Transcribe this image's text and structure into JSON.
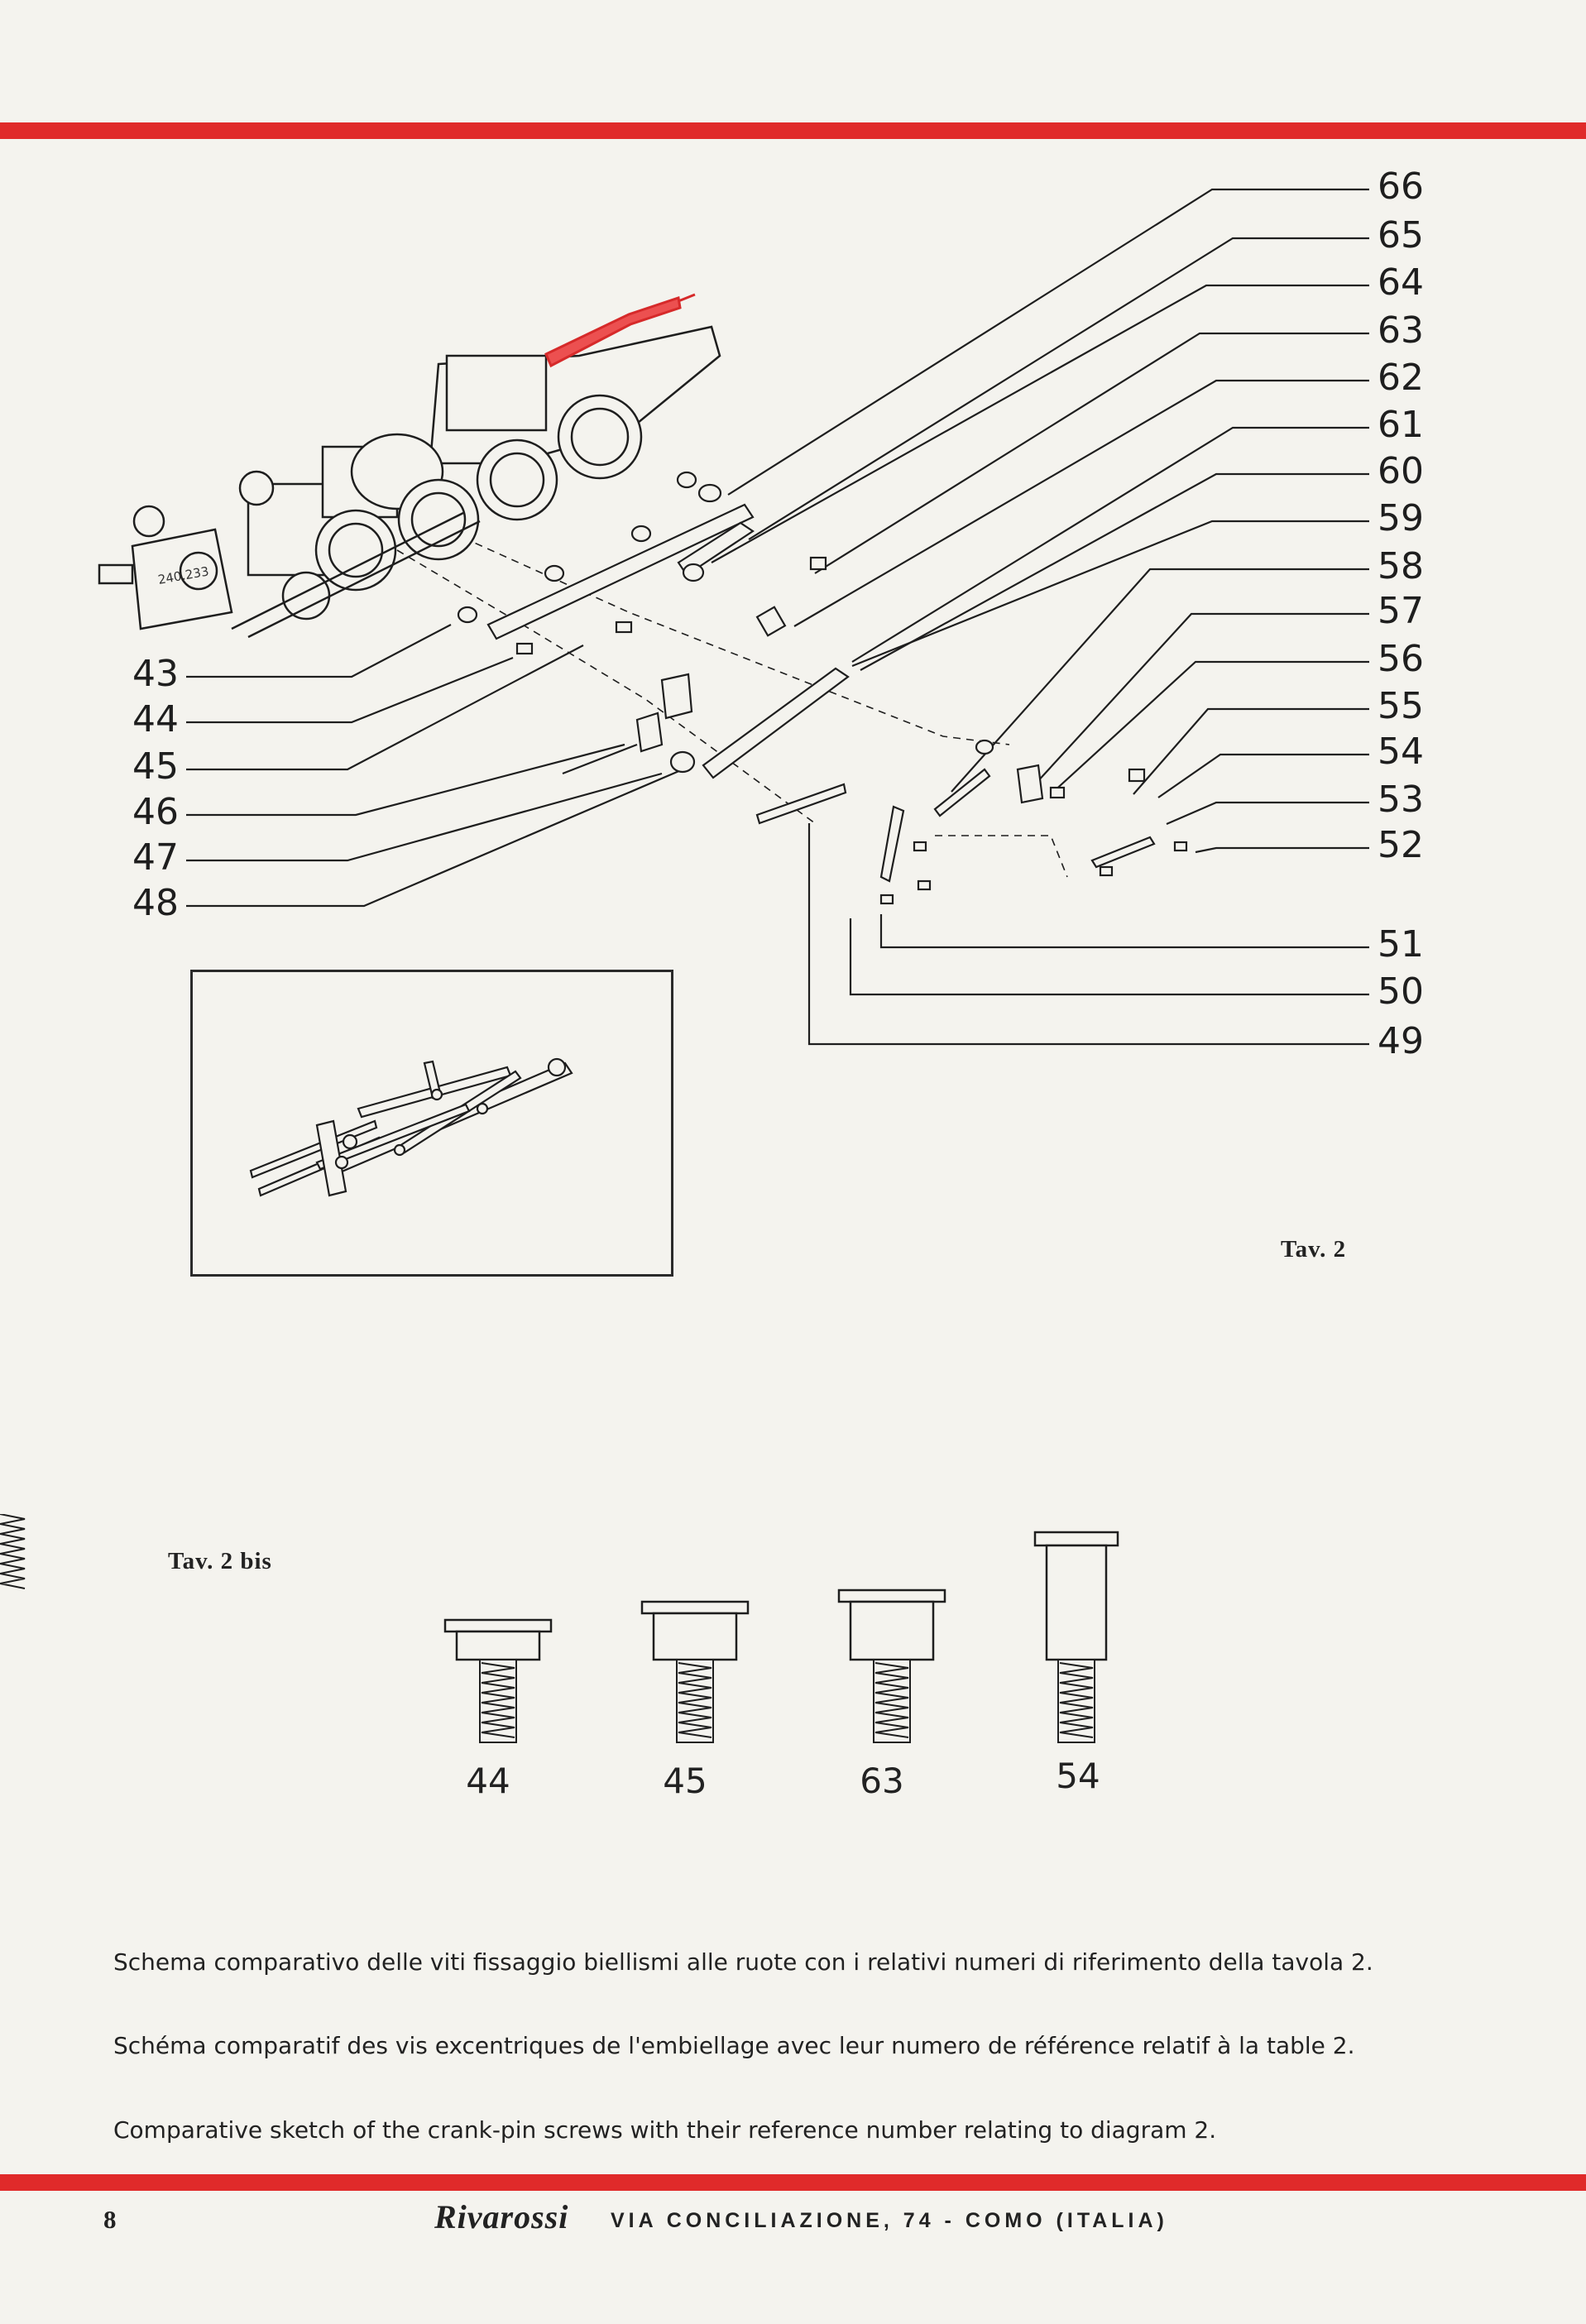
{
  "diagram": {
    "right_callouts": [
      "66",
      "65",
      "64",
      "63",
      "62",
      "61",
      "60",
      "59",
      "58",
      "57",
      "56",
      "55",
      "54",
      "53",
      "52",
      "51",
      "50",
      "49"
    ],
    "left_callouts": [
      "43",
      "44",
      "45",
      "46",
      "47",
      "48"
    ],
    "locomotive_plate": "240.233",
    "caption": "Tav. 2"
  },
  "screws": {
    "caption": "Tav. 2 bis",
    "labels": [
      "44",
      "45",
      "63",
      "54"
    ]
  },
  "text": {
    "italian": "Schema comparativo delle viti fissaggio biellismi alle ruote con i relativi numeri di riferimento della tavola 2.",
    "french": "Schéma comparatif des vis excentriques de l'embiellage avec leur numero de référence relatif à la table 2.",
    "english": "Comparative sketch of the crank-pin screws with their reference number relating to diagram 2."
  },
  "footer": {
    "page_number": "8",
    "brand": "Rivarossi",
    "address": "VIA CONCILIAZIONE, 74 - COMO (ITALIA)"
  },
  "colors": {
    "accent_red": "#e02a2a",
    "ink": "#222222",
    "paper": "#f4f3ee"
  }
}
